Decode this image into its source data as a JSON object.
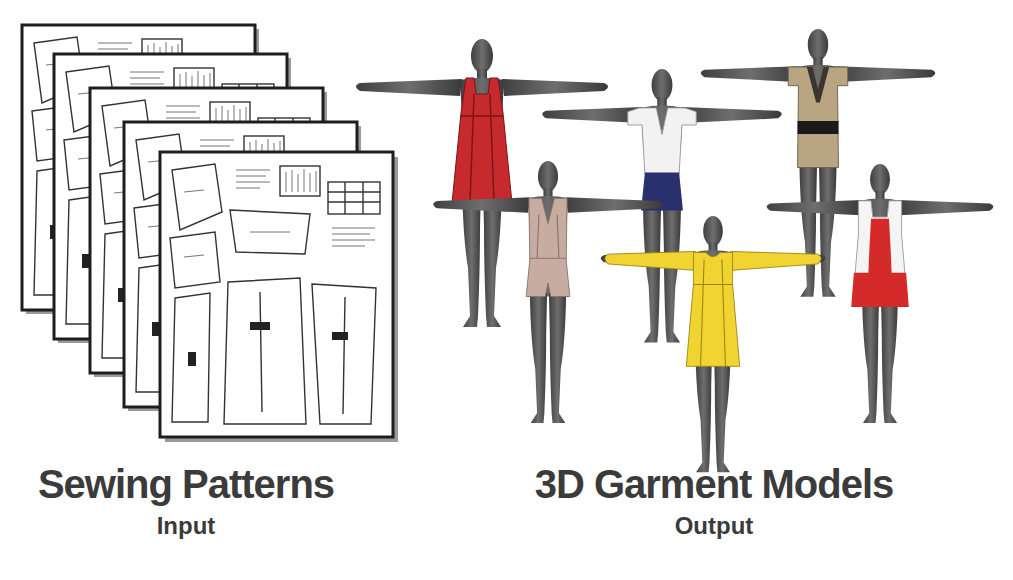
{
  "diagram": {
    "labels": [
      "Sewing Patterns",
      "Input",
      "3D Garment Models",
      "Output"
    ]
  }
}
